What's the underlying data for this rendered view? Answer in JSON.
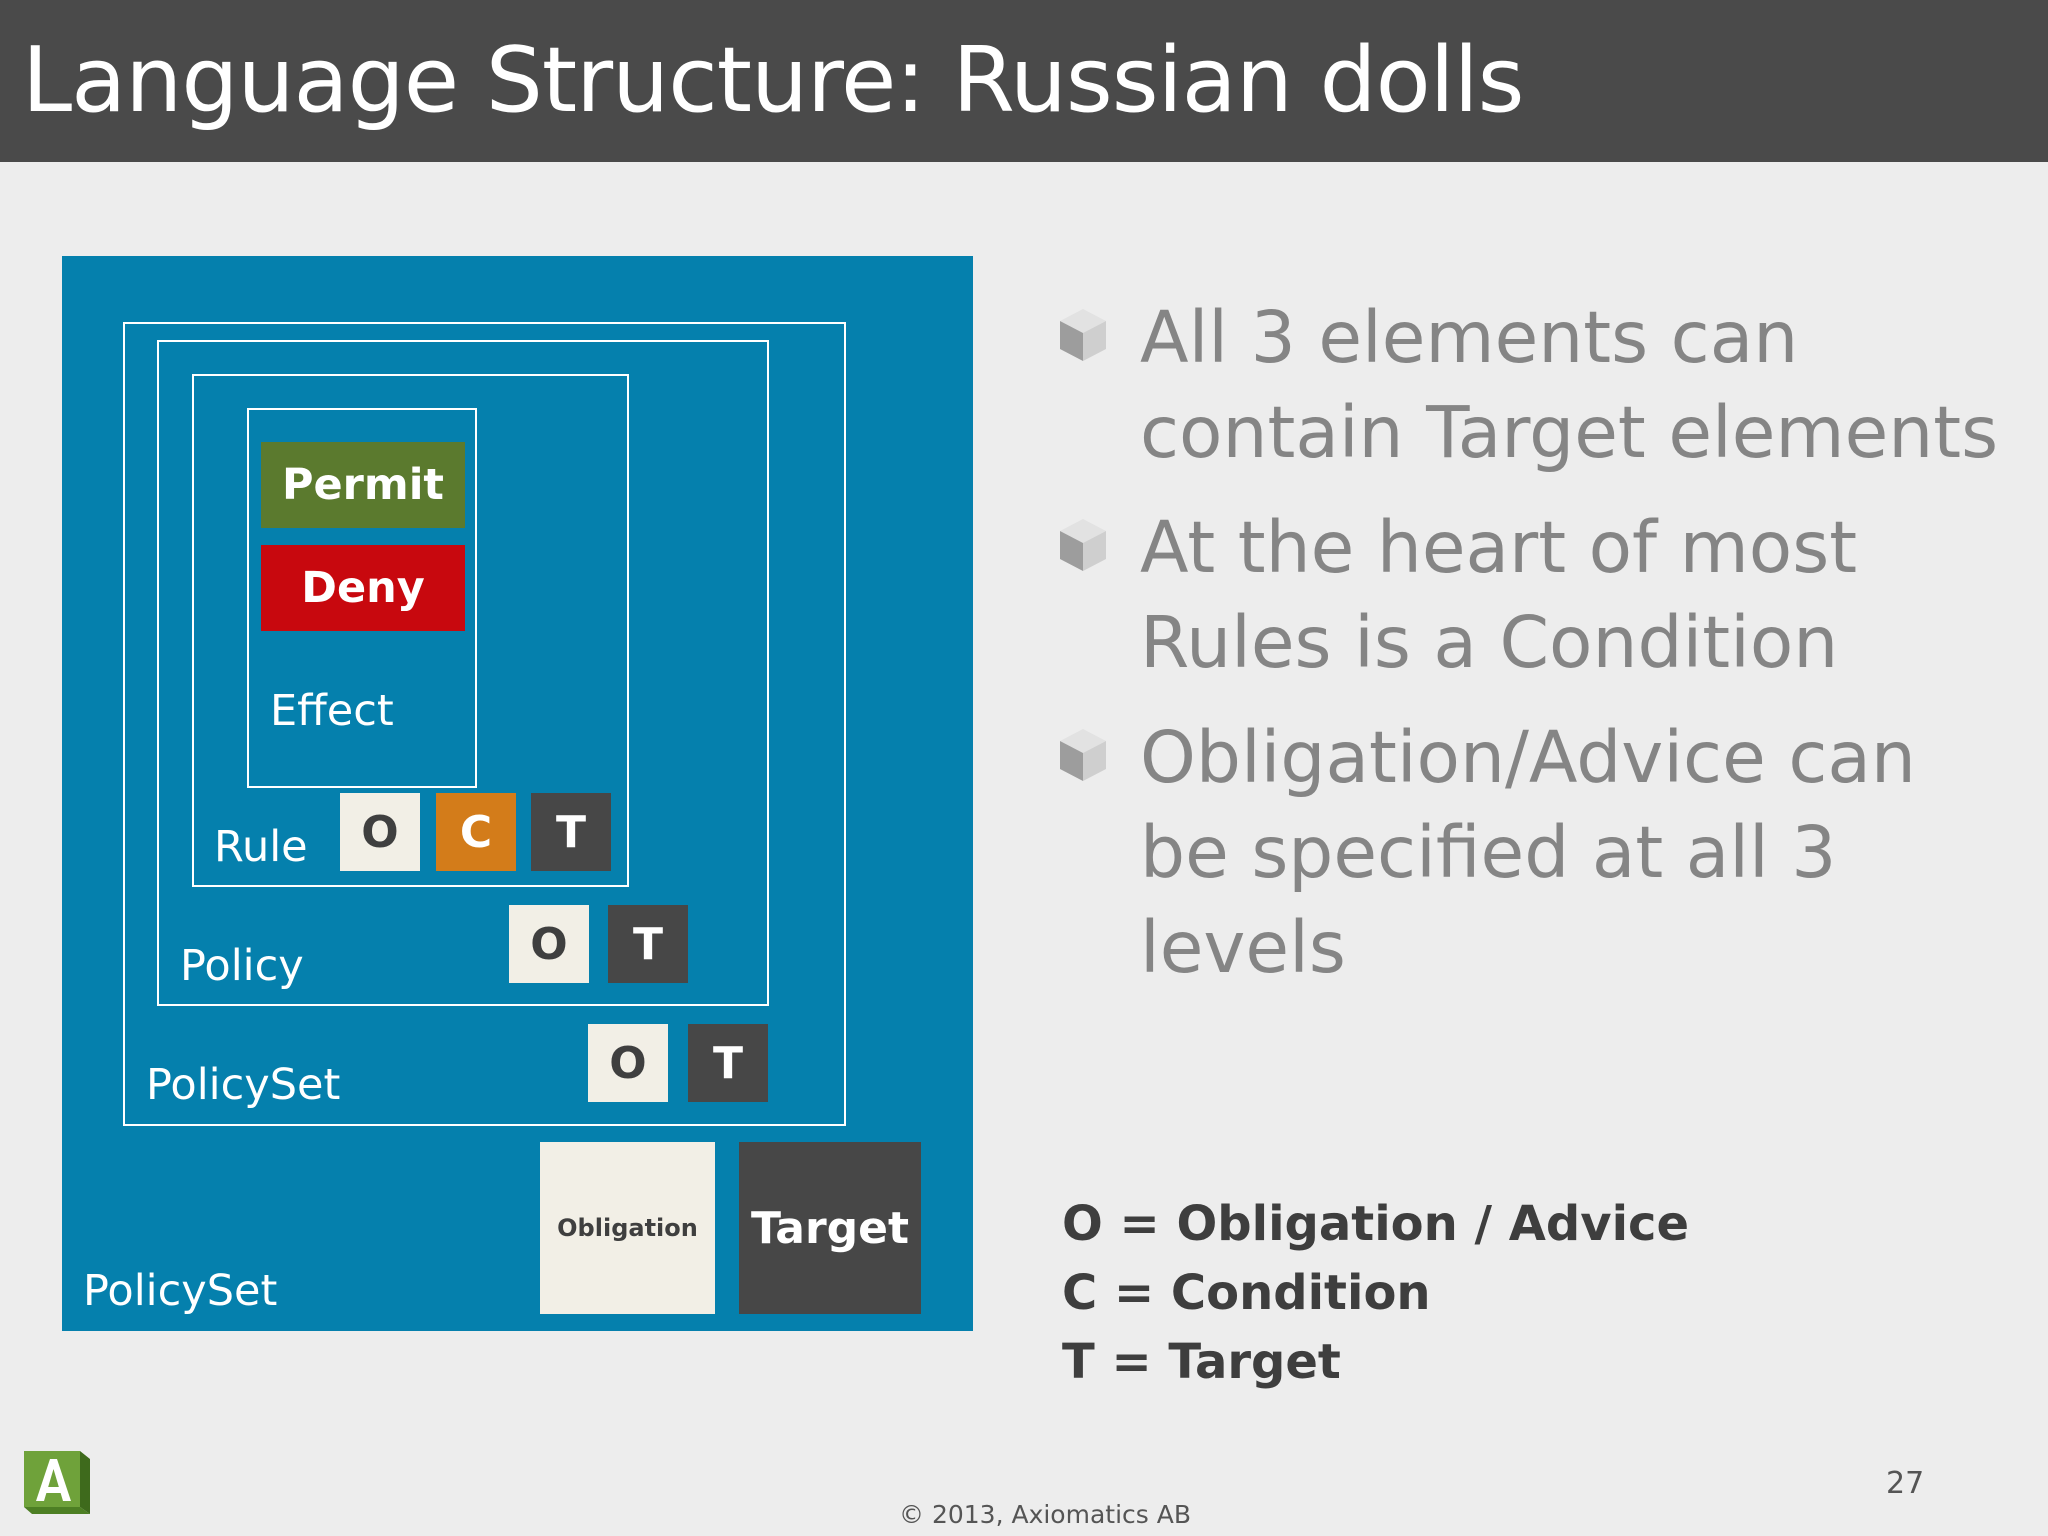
{
  "slide": {
    "title": "Language Structure: Russian dolls",
    "page_number": "27",
    "copyright": "© 2013, Axiomatics AB"
  },
  "diagram": {
    "outer_label": "PolicySet",
    "inner_policyset_label": "PolicySet",
    "policy_label": "Policy",
    "rule_label": "Rule",
    "effect_label": "Effect",
    "permit_label": "Permit",
    "deny_label": "Deny",
    "obligation_label": "Obligation",
    "target_label": "Target",
    "o": "O",
    "c": "C",
    "t": "T",
    "colors": {
      "container": "#0580ad",
      "permit": "#5b7a2e",
      "deny": "#c8080e",
      "condition": "#d37c1a",
      "target": "#474747",
      "obligation": "#f2efe6"
    }
  },
  "bullets": [
    "All 3 elements can contain Target elements",
    "At the heart of most Rules is a Condition",
    "Obligation/Advice can be specified at all 3 levels"
  ],
  "legend": [
    "O = Obligation / Advice",
    "C = Condition",
    "T = Target"
  ],
  "icons": {
    "bullet": "cube-icon",
    "logo": "axiomatics-logo-icon"
  }
}
